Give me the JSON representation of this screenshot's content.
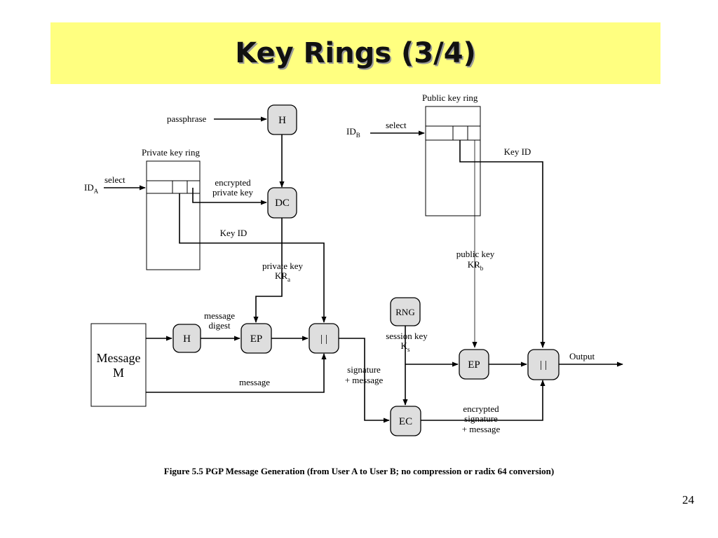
{
  "slide": {
    "title": "Key Rings (3/4)",
    "caption": "Figure 5.5   PGP Message Generation (from User A to User B; no compression or radix 64 conversion)",
    "page_number": "24"
  },
  "diagram": {
    "nodes": {
      "h_top": "H",
      "dc": "DC",
      "h_msg": "H",
      "ep_left": "EP",
      "concat_left": "| |",
      "rng": "RNG",
      "ep_right": "EP",
      "concat_right": "| |",
      "ec": "EC",
      "message_line1": "Message",
      "message_line2": "M"
    },
    "labels": {
      "passphrase": "passphrase",
      "private_key_ring": "Private key ring",
      "public_key_ring": "Public key ring",
      "id_a": "ID",
      "id_a_sub": "A",
      "id_b": "ID",
      "id_b_sub": "B",
      "select_a": "select",
      "select_b": "select",
      "encrypted_private_key_1": "encrypted",
      "encrypted_private_key_2": "private key",
      "key_id_left": "Key ID",
      "key_id_right": "Key ID",
      "private_key_1": "private key",
      "private_key_2": "KR",
      "private_key_sub": "a",
      "public_key_1": "public key",
      "public_key_2": "KR",
      "public_key_sub": "b",
      "message_digest_1": "message",
      "message_digest_2": "digest",
      "message": "message",
      "signature_1": "signature",
      "signature_2": "+ message",
      "session_key_1": "session key",
      "session_key_2": "K",
      "session_key_sub": "s",
      "output": "Output",
      "encrypted_sig_1": "encrypted",
      "encrypted_sig_2": "signature",
      "encrypted_sig_3": "+ message"
    }
  }
}
